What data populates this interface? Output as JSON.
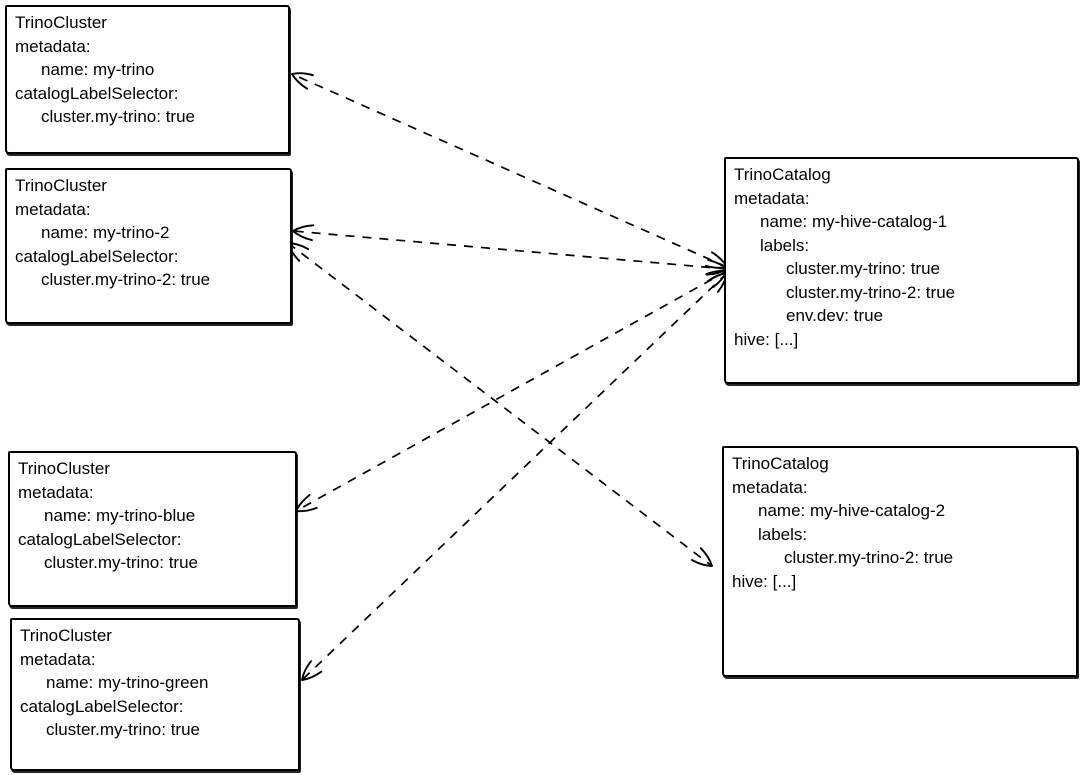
{
  "diagram": {
    "colors": {
      "background": "#ffffff",
      "stroke": "#000000",
      "text": "#000000"
    },
    "nodes": [
      {
        "id": "trino-cluster-my-trino",
        "kind": "TrinoCluster",
        "lines": [
          {
            "text": "TrinoCluster",
            "indent": 0
          },
          {
            "text": "metadata:",
            "indent": 0
          },
          {
            "text": "name: my-trino",
            "indent": 1
          },
          {
            "text": "catalogLabelSelector:",
            "indent": 0
          },
          {
            "text": "cluster.my-trino: true",
            "indent": 1
          }
        ]
      },
      {
        "id": "trino-cluster-my-trino-2",
        "kind": "TrinoCluster",
        "lines": [
          {
            "text": "TrinoCluster",
            "indent": 0
          },
          {
            "text": "metadata:",
            "indent": 0
          },
          {
            "text": "name: my-trino-2",
            "indent": 1
          },
          {
            "text": "catalogLabelSelector:",
            "indent": 0
          },
          {
            "text": "cluster.my-trino-2: true",
            "indent": 1
          }
        ]
      },
      {
        "id": "trino-cluster-my-trino-blue",
        "kind": "TrinoCluster",
        "lines": [
          {
            "text": "TrinoCluster",
            "indent": 0
          },
          {
            "text": "metadata:",
            "indent": 0
          },
          {
            "text": "name: my-trino-blue",
            "indent": 1
          },
          {
            "text": "catalogLabelSelector:",
            "indent": 0
          },
          {
            "text": "cluster.my-trino: true",
            "indent": 1
          }
        ]
      },
      {
        "id": "trino-cluster-my-trino-green",
        "kind": "TrinoCluster",
        "lines": [
          {
            "text": "TrinoCluster",
            "indent": 0
          },
          {
            "text": "metadata:",
            "indent": 0
          },
          {
            "text": "name: my-trino-green",
            "indent": 1
          },
          {
            "text": "catalogLabelSelector:",
            "indent": 0
          },
          {
            "text": "cluster.my-trino: true",
            "indent": 1
          }
        ]
      },
      {
        "id": "trino-catalog-my-hive-catalog-1",
        "kind": "TrinoCatalog",
        "lines": [
          {
            "text": "TrinoCatalog",
            "indent": 0
          },
          {
            "text": "metadata:",
            "indent": 0
          },
          {
            "text": "name: my-hive-catalog-1",
            "indent": 1
          },
          {
            "text": "labels:",
            "indent": 1
          },
          {
            "text": "cluster.my-trino: true",
            "indent": 2
          },
          {
            "text": "cluster.my-trino-2: true",
            "indent": 2
          },
          {
            "text": "env.dev: true",
            "indent": 2
          },
          {
            "text": "hive: [...]",
            "indent": 0
          }
        ]
      },
      {
        "id": "trino-catalog-my-hive-catalog-2",
        "kind": "TrinoCatalog",
        "lines": [
          {
            "text": "TrinoCatalog",
            "indent": 0
          },
          {
            "text": "metadata:",
            "indent": 0
          },
          {
            "text": "name: my-hive-catalog-2",
            "indent": 1
          },
          {
            "text": "labels:",
            "indent": 1
          },
          {
            "text": "cluster.my-trino-2: true",
            "indent": 2
          },
          {
            "text": "hive: [...]",
            "indent": 0
          }
        ]
      }
    ],
    "edges": [
      {
        "from": "trino-catalog-my-hive-catalog-1",
        "to": "trino-cluster-my-trino",
        "line_style": "dashed",
        "arrow_at_from": true,
        "arrow_at_to": true
      },
      {
        "from": "trino-catalog-my-hive-catalog-1",
        "to": "trino-cluster-my-trino-2",
        "line_style": "dashed",
        "arrow_at_from": true,
        "arrow_at_to": true
      },
      {
        "from": "trino-catalog-my-hive-catalog-1",
        "to": "trino-cluster-my-trino-blue",
        "line_style": "dashed",
        "arrow_at_from": true,
        "arrow_at_to": true
      },
      {
        "from": "trino-catalog-my-hive-catalog-1",
        "to": "trino-cluster-my-trino-green",
        "line_style": "dashed",
        "arrow_at_from": true,
        "arrow_at_to": true
      },
      {
        "from": "trino-cluster-my-trino-2",
        "to": "trino-catalog-my-hive-catalog-2",
        "line_style": "dashed",
        "arrow_at_from": true,
        "arrow_at_to": true
      }
    ]
  }
}
